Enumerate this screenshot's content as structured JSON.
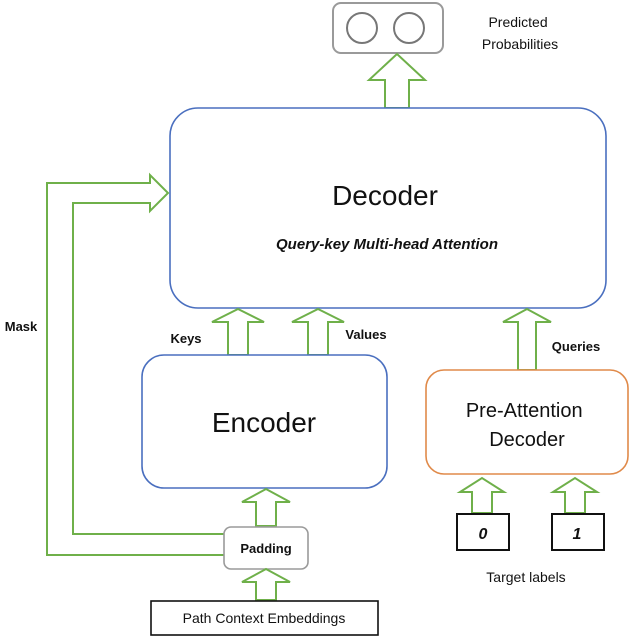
{
  "output": {
    "label": "Predicted Probabilities"
  },
  "decoder": {
    "title": "Decoder",
    "subtitle": "Query-key Multi-head Attention"
  },
  "encoder": {
    "title": "Encoder"
  },
  "pre_attention_decoder": {
    "title": "Pre-Attention Decoder"
  },
  "arrows": {
    "keys_label": "Keys",
    "values_label": "Values",
    "queries_label": "Queries",
    "mask_label": "Mask"
  },
  "padding": {
    "label": "Padding"
  },
  "inputs": {
    "path_context_label": "Path Context Embeddings",
    "target_label_0": "0",
    "target_label_1": "1",
    "target_labels_caption": "Target labels"
  },
  "colors": {
    "decoder_border": "#4a6fbf",
    "encoder_border": "#4a6fbf",
    "pre_attention_border": "#e08a4a",
    "arrow": "#6fb04a",
    "gray_box": "#9a9a9a"
  }
}
